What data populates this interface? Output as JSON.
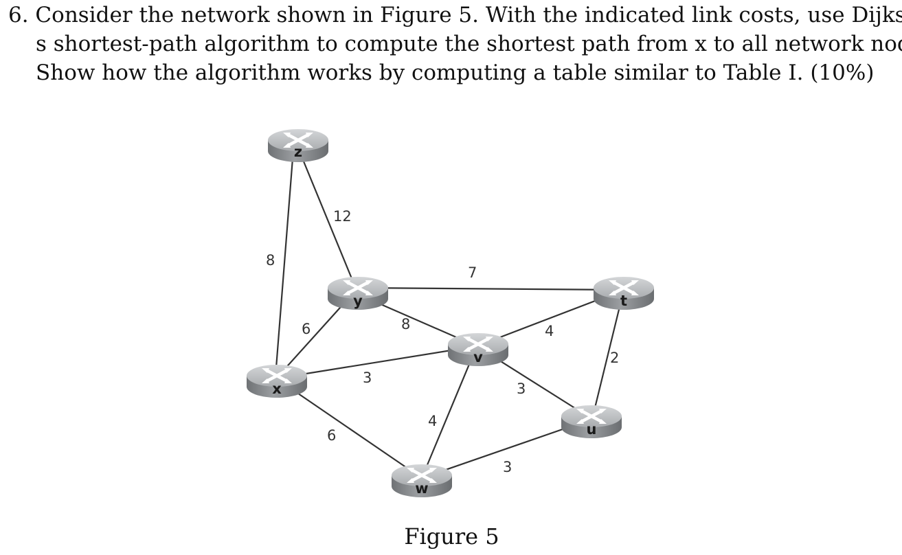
{
  "question": {
    "lines": [
      "6. Consider the network shown in Figure 5. With the indicated link costs, use Dijkstra’",
      "s shortest-path algorithm to compute the shortest path from x to all network nodes.",
      "Show how the algorithm works by computing a table similar to Table I. (10%)"
    ]
  },
  "figure": {
    "caption": "Figure 5",
    "router_icon": "router-icon",
    "router_color": "#8f9193",
    "nodes": {
      "z": "z",
      "y": "y",
      "t": "t",
      "v": "v",
      "x": "x",
      "u": "u",
      "w": "w"
    },
    "links": {
      "z_y": "12",
      "z_x": "8",
      "y_t": "7",
      "y_x": "6",
      "y_v": "8",
      "v_t": "4",
      "t_u": "2",
      "x_v": "3",
      "v_u": "3",
      "v_w": "4",
      "x_w": "6",
      "w_u": "3"
    }
  }
}
